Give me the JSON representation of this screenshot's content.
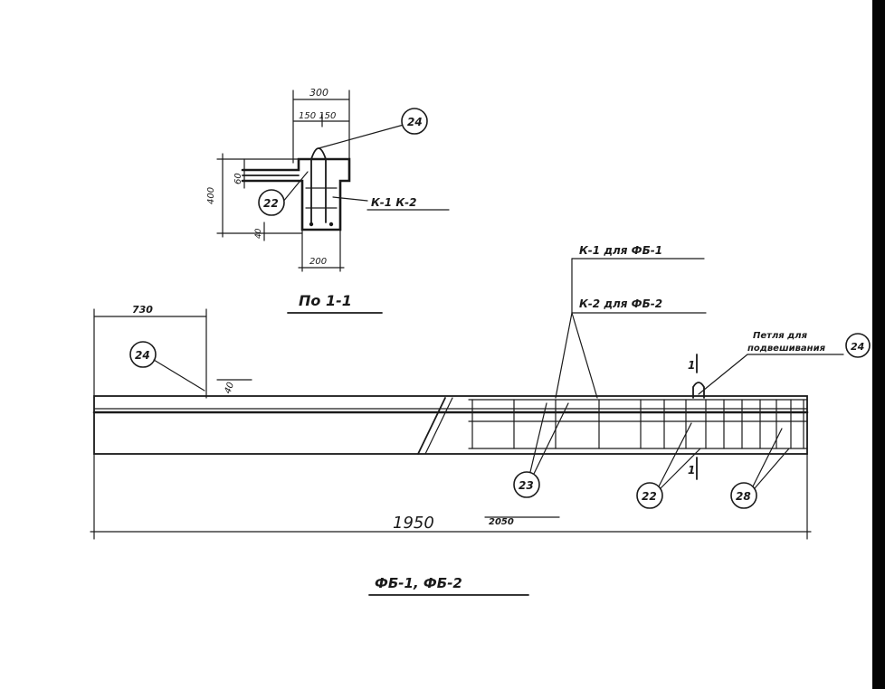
{
  "section": {
    "dim_total_width": "300",
    "dim_sub_widths": "150 150",
    "dim_height": "400",
    "dim_side": "60",
    "dim_bottom_gap": "40",
    "dim_base_width": "200",
    "callout_top": "24",
    "callout_left": "22",
    "frame_label": "К-1 К-2",
    "title": "По 1-1"
  },
  "elevation": {
    "dim_left_span": "730",
    "dim_small": "40",
    "callout_left": "24",
    "frame_note_1": "К-1 для ФБ-1",
    "frame_note_2": "К-2 для ФБ-2",
    "loop_note_line1": "Петля для",
    "loop_note_line2": "подвешивания",
    "callout_loop": "24",
    "section_mark": "1",
    "callout_bottom_1": "23",
    "callout_bottom_2": "22",
    "callout_bottom_3": "28",
    "dim_total_length": "1950",
    "dim_total_length_alt": "2050",
    "title": "ФБ-1, ФБ-2"
  }
}
